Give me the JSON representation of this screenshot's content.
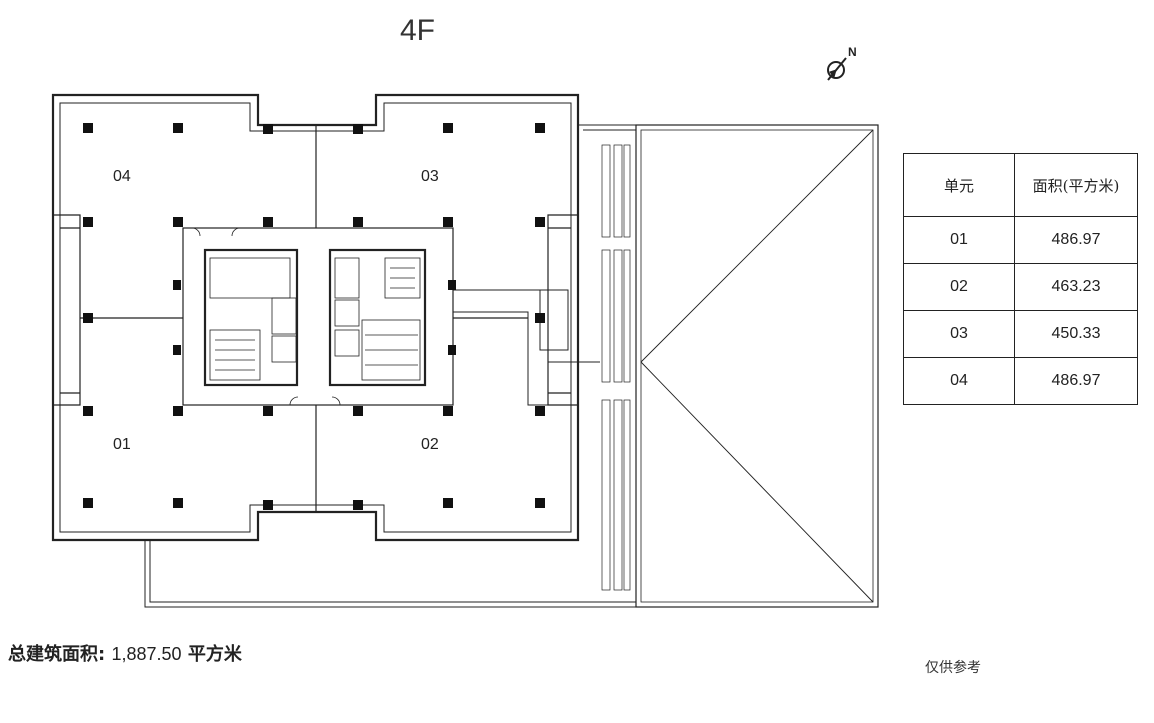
{
  "floor_label": "4F",
  "compass_label": "N",
  "units": [
    {
      "label": "01"
    },
    {
      "label": "02"
    },
    {
      "label": "03"
    },
    {
      "label": "04"
    }
  ],
  "table": {
    "headers": [
      "单元",
      "面积(平方米)"
    ],
    "rows": [
      {
        "unit": "01",
        "area": "486.97"
      },
      {
        "unit": "02",
        "area": "463.23"
      },
      {
        "unit": "03",
        "area": "450.33"
      },
      {
        "unit": "04",
        "area": "486.97"
      }
    ]
  },
  "total": {
    "label": "总建筑面积:",
    "value": "1,887.50",
    "unit": "平方米"
  },
  "disclaimer": "仅供参考"
}
